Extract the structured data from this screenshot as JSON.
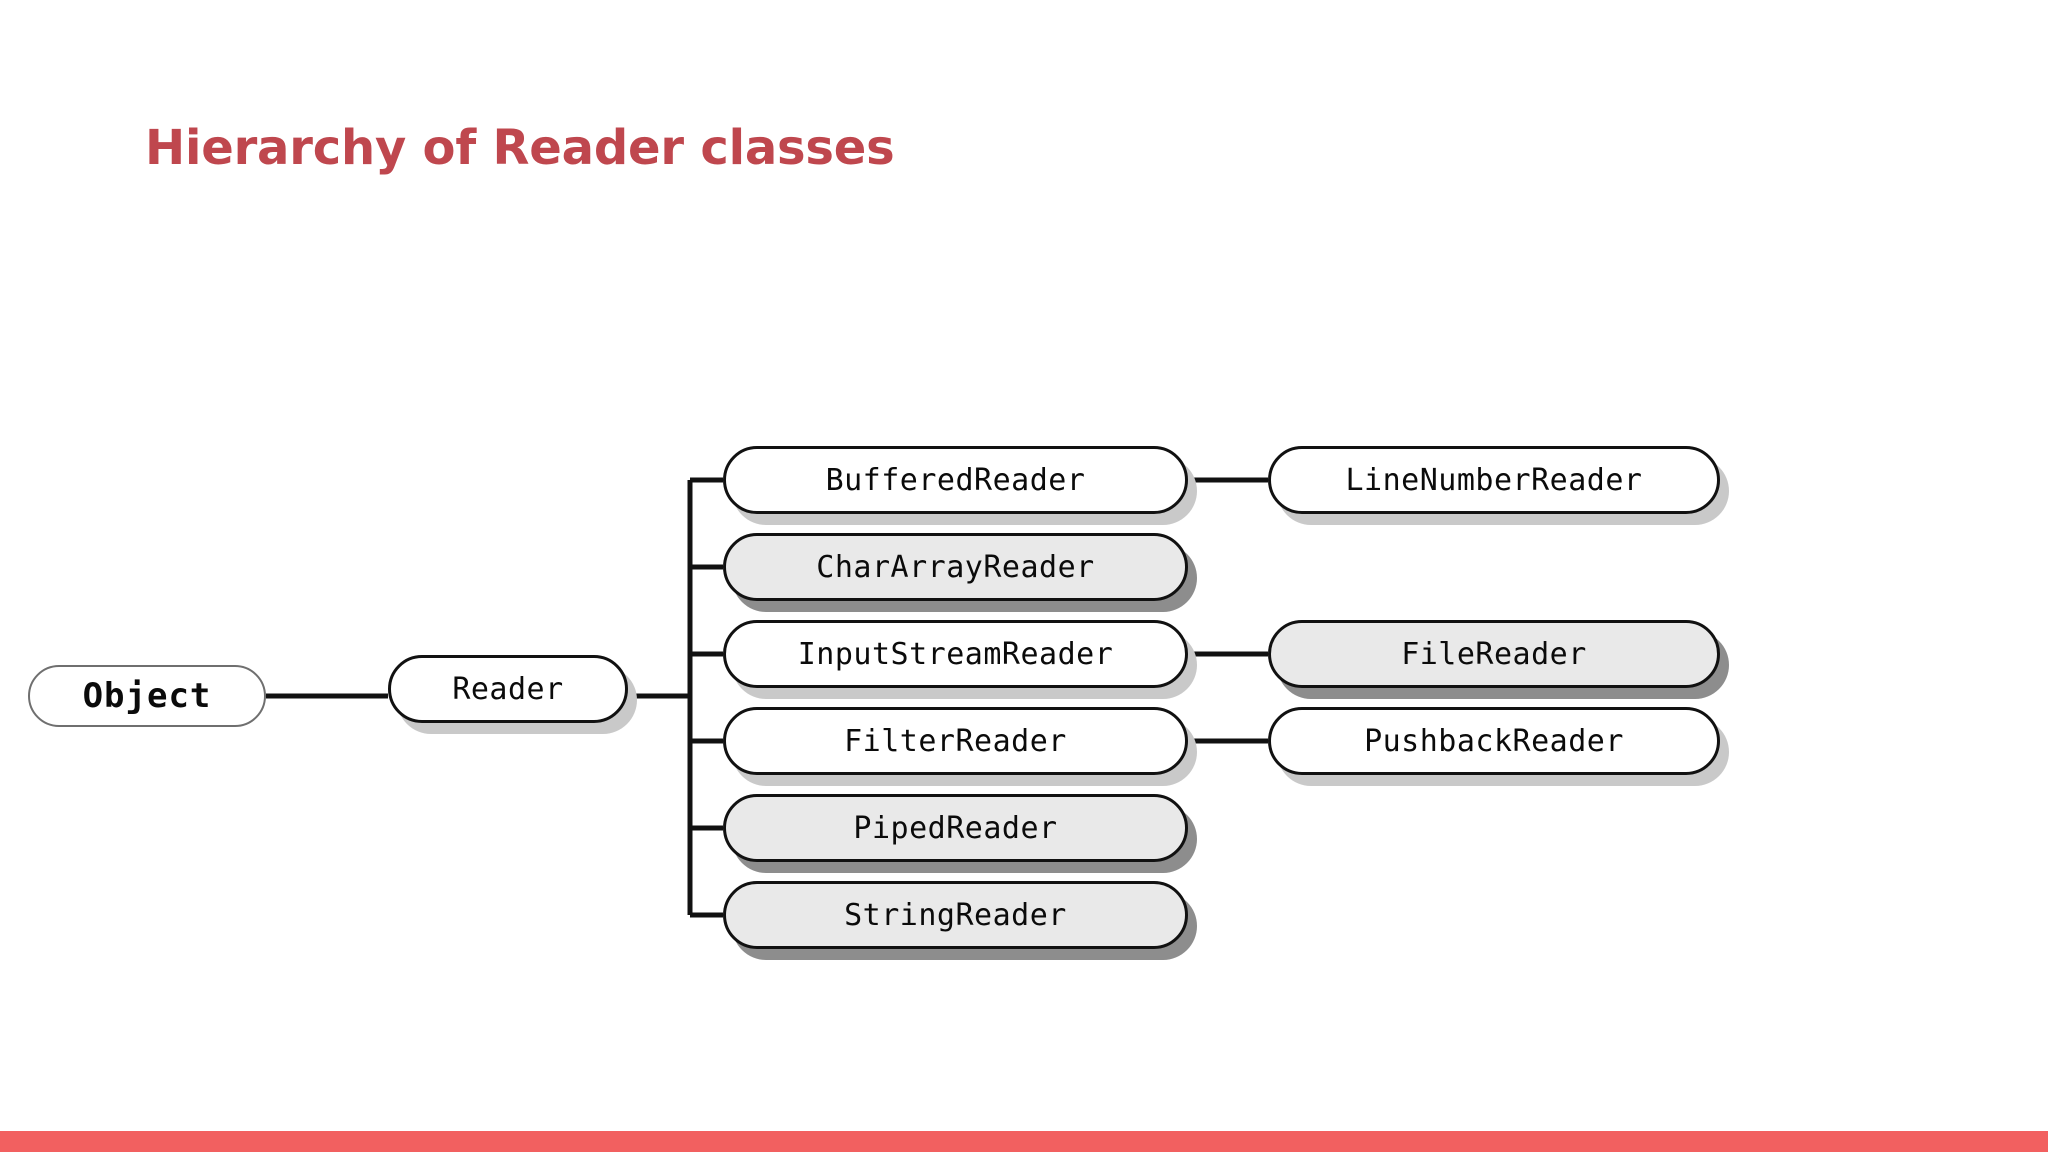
{
  "slide": {
    "title": "Hierarchy of Reader classes",
    "title_color": "#BF474E",
    "accent_bar_color": "#F26060",
    "background_color": "#FFFFFF"
  },
  "diagram": {
    "type": "class-hierarchy-tree",
    "root": {
      "label": "Object",
      "fill": "white"
    },
    "level1": {
      "label": "Reader",
      "fill": "white"
    },
    "level2": [
      {
        "label": "BufferedReader",
        "fill": "white"
      },
      {
        "label": "CharArrayReader",
        "fill": "grey"
      },
      {
        "label": "InputStreamReader",
        "fill": "white"
      },
      {
        "label": "FilterReader",
        "fill": "white"
      },
      {
        "label": "PipedReader",
        "fill": "grey"
      },
      {
        "label": "StringReader",
        "fill": "grey"
      }
    ],
    "level3": [
      {
        "label": "LineNumberReader",
        "fill": "white",
        "parent": "BufferedReader"
      },
      {
        "label": "FileReader",
        "fill": "grey",
        "parent": "InputStreamReader"
      },
      {
        "label": "PushbackReader",
        "fill": "white",
        "parent": "FilterReader"
      }
    ]
  }
}
